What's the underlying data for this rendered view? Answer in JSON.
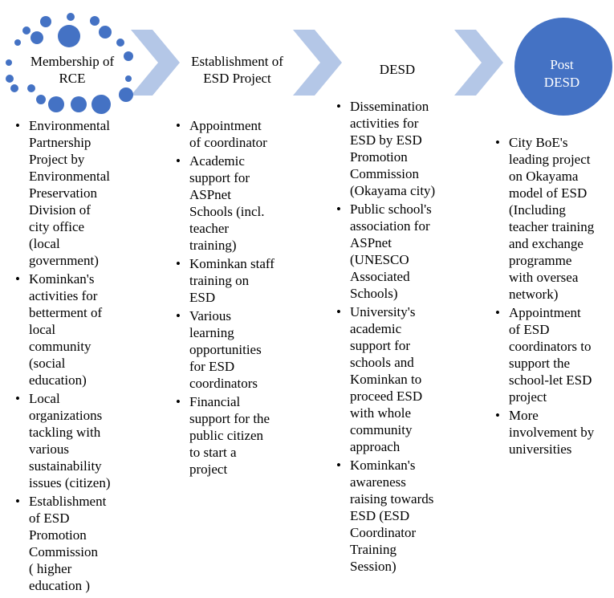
{
  "stages": [
    {
      "label_lines": [
        "Membership of",
        "RCE"
      ]
    },
    {
      "label_lines": [
        "Establishment of",
        "ESD Project"
      ]
    },
    {
      "label_lines": [
        "DESD"
      ]
    },
    {
      "label_lines": [
        "Post",
        "DESD"
      ]
    }
  ],
  "columns": [
    {
      "items": [
        [
          "Environmental",
          "Partnership",
          "Project by",
          "Environmental",
          "Preservation",
          "Division of",
          "city office",
          "(local",
          "government)"
        ],
        [
          "Kominkan's",
          "activities for",
          "betterment of",
          "local",
          "community",
          "(social",
          "education)"
        ],
        [
          "Local",
          "organizations",
          "tackling with",
          "various",
          "sustainability",
          "issues (citizen)"
        ],
        [
          "Establishment",
          "of ESD",
          "Promotion",
          "Commission",
          "( higher",
          "education )"
        ]
      ]
    },
    {
      "items": [
        [
          "Appointment",
          "of coordinator"
        ],
        [
          "Academic",
          "support for",
          "ASPnet",
          "Schools (incl.",
          "teacher",
          "training)"
        ],
        [
          "Kominkan staff",
          "training on",
          "ESD"
        ],
        [
          "Various",
          "learning",
          "opportunities",
          "for ESD",
          "coordinators"
        ],
        [
          "Financial",
          "support for the",
          "public citizen",
          "to start a",
          "project"
        ]
      ]
    },
    {
      "items": [
        [
          "Dissemination",
          "activities for",
          "ESD by ESD",
          "Promotion",
          "Commission",
          "(Okayama city)"
        ],
        [
          "Public school's",
          "association for",
          "ASPnet",
          "(UNESCO",
          "Associated",
          "Schools)"
        ],
        [
          "University's",
          "academic",
          "support for",
          "schools and",
          "Kominkan to",
          "proceed ESD",
          "with whole",
          "community",
          "approach"
        ],
        [
          "Kominkan's",
          "awareness",
          "raising towards",
          "ESD (ESD",
          "Coordinator",
          "Training",
          "Session)"
        ]
      ]
    },
    {
      "items": [
        [
          "City BoE's",
          "leading project",
          "on Okayama",
          "model of ESD",
          "(Including",
          "teacher training",
          "and exchange",
          "programme",
          "with oversea",
          "network)"
        ],
        [
          "Appointment",
          "of ESD",
          "coordinators to",
          "support the",
          "school-let ESD",
          "project"
        ],
        [
          "More",
          "involvement by",
          "universities"
        ]
      ]
    }
  ],
  "colors": {
    "dot_blue": "#4472c4",
    "chevron_blue": "#b4c7e7",
    "circle_blue": "#4472c4",
    "circle_text": "#ffffff"
  }
}
